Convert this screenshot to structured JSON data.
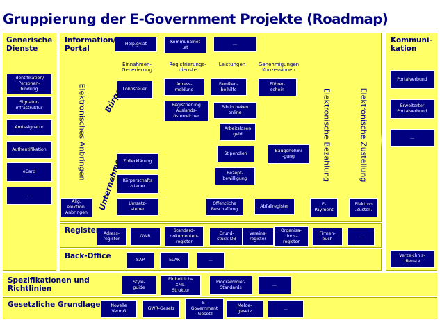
{
  "title": "Gruppierung der E-Government Projekte (Roadmap)",
  "generisch": {
    "title": "Generische\nDienste",
    "items": [
      "Identifikation/\nPersonen-\nbindung",
      "Signatur-\ninfrastruktur",
      "Amtssignatur",
      "Authentifikation",
      "eCard",
      "..."
    ]
  },
  "kommunikation": {
    "title": "Kommuni-\nkation",
    "items": [
      "Portalverbund",
      "Erweiterter\nPortalverbund",
      "...",
      "Verzeichnis-\ndienste"
    ]
  },
  "information": {
    "title": "Information/\nPortal",
    "items": [
      "Help.gv.at",
      "Kommunalnet\n.at",
      "..."
    ]
  },
  "columns": {
    "anbringen": "Elektronisches Anbringen",
    "einnahmen": "Einnahmen-\nGenerierung",
    "register": "Registrierungs-\ndienste",
    "leistungen": "Leistungen",
    "genehmigungen": "Genehmigungen\nKonzessionen",
    "bezahlung": "Elektronische Bezahlung",
    "zustellung": "Elektronische Zustellung"
  },
  "diagonal": {
    "buerger": "Bürger",
    "unternehmen": "Unternehmen"
  },
  "boxes": {
    "lohnsteuer": "Lohnsteuer",
    "zollerklaerung": "Zollerklärung",
    "koerperschaft": "Körperschafts\n-steuer",
    "umsatz": "Umsatz-\nsteuer",
    "anbringen": "Allg.\nelektron.\nAnbringen",
    "adress": "Adress-\nmeldung",
    "auslands": "Registrierung\nAuslands-\nösterreicher",
    "familie": "Familien-\nbeihilfe",
    "bibliothek": "Bibliotheken\nonline",
    "arbeitslos": "Arbeitslosen\ngeld",
    "stipendien": "Stipendien",
    "rezept": "Rezept-\nbewilligung",
    "beschaffung": "Öffentliche\nBeschaffung",
    "fuehrerschein": "Führer-\nschein",
    "bau": "Baugenehmi\n-gung",
    "abfall": "Abfallregister",
    "epayment": "E-\nPayment",
    "ezustell": "Elektron\n.Zustell."
  },
  "register": {
    "title": "Register",
    "items": [
      "Adress-\nregister",
      "GWR",
      "Standard-\ndokumenten-\nregister",
      "Grund-\nstück-DB",
      "Vereins-\nregister",
      "Organisa-\ntions-\nregister",
      "Firmen-\nbuch",
      "..."
    ]
  },
  "backoffice": {
    "title": "Back-Office",
    "items": [
      "SAP",
      "ELAK",
      "..."
    ]
  },
  "spezifikationen": {
    "title": "Spezifikationen und\nRichtlinien",
    "items": [
      "Style-\nguide",
      "Einheitliche\nXML-\nStruktur",
      "Programmier-\nStandards",
      "..."
    ]
  },
  "gesetzlich": {
    "title": "Gesetzliche Grundlagen",
    "items": [
      "Novelle\nVermG",
      "GWR-Gesetz",
      "E-\nGovernment\n-Gesetz",
      "Melde-\ngesetz",
      "..."
    ]
  }
}
